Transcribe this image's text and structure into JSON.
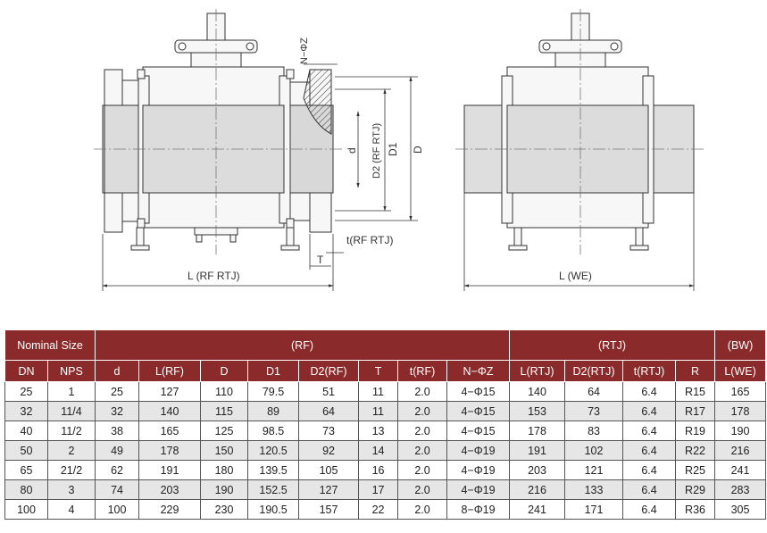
{
  "drawing": {
    "left_labels": {
      "nz": "N−ΦZ",
      "d": "d",
      "d2": "D2 (RF RTJ)",
      "d1": "D1",
      "D": "D",
      "t": "t(RF RTJ)",
      "T": "T",
      "L": "L (RF RTJ)"
    },
    "right_labels": {
      "L": "L (WE)"
    }
  },
  "table": {
    "group_headers": {
      "nominal": "Nominal Size",
      "rf": "(RF)",
      "rtj": "(RTJ)",
      "bw": "(BW)"
    },
    "columns": [
      "DN",
      "NPS",
      "d",
      "L(RF)",
      "D",
      "D1",
      "D2(RF)",
      "T",
      "t(RF)",
      "N−ΦZ",
      "L(RTJ)",
      "D2(RTJ)",
      "t(RTJ)",
      "R",
      "L(WE)"
    ],
    "rows": [
      [
        "25",
        "1",
        "25",
        "127",
        "110",
        "79.5",
        "51",
        "11",
        "2.0",
        "4−Φ15",
        "140",
        "64",
        "6.4",
        "R15",
        "165"
      ],
      [
        "32",
        "11/4",
        "32",
        "140",
        "115",
        "89",
        "64",
        "11",
        "2.0",
        "4−Φ15",
        "153",
        "73",
        "6.4",
        "R17",
        "178"
      ],
      [
        "40",
        "11/2",
        "38",
        "165",
        "125",
        "98.5",
        "73",
        "13",
        "2.0",
        "4−Φ15",
        "178",
        "83",
        "6.4",
        "R19",
        "190"
      ],
      [
        "50",
        "2",
        "49",
        "178",
        "150",
        "120.5",
        "92",
        "14",
        "2.0",
        "4−Φ19",
        "191",
        "102",
        "6.4",
        "R22",
        "216"
      ],
      [
        "65",
        "21/2",
        "62",
        "191",
        "180",
        "139.5",
        "105",
        "16",
        "2.0",
        "4−Φ19",
        "203",
        "121",
        "6.4",
        "R25",
        "241"
      ],
      [
        "80",
        "3",
        "74",
        "203",
        "190",
        "152.5",
        "127",
        "17",
        "2.0",
        "4−Φ19",
        "216",
        "133",
        "6.4",
        "R29",
        "283"
      ],
      [
        "100",
        "4",
        "100",
        "229",
        "230",
        "190.5",
        "157",
        "22",
        "2.0",
        "8−Φ19",
        "241",
        "171",
        "6.4",
        "R36",
        "305"
      ]
    ]
  }
}
